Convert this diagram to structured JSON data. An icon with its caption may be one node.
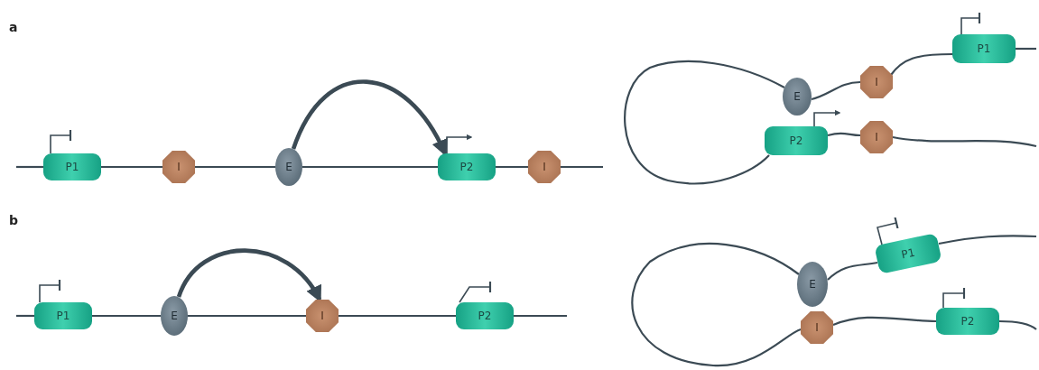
{
  "diagram": {
    "nodes": [
      {
        "text": [
          "P1"
        ]
      },
      {
        "text": [
          "I"
        ]
      },
      {
        "text": [
          "E"
        ]
      },
      {
        "text": [
          "P2"
        ]
      },
      {
        "text": [
          "I"
        ]
      },
      {
        "text": [
          "E"
        ]
      },
      {
        "text": [
          "I"
        ]
      },
      {
        "text": [
          "P1"
        ]
      },
      {
        "text": [
          "P2"
        ]
      },
      {
        "text": [
          "I"
        ]
      },
      {
        "text": [
          "P1"
        ]
      },
      {
        "text": [
          "E"
        ]
      },
      {
        "text": [
          "I"
        ]
      },
      {
        "text": [
          "P2"
        ]
      },
      {
        "text": [
          "E"
        ]
      },
      {
        "text": [
          "P1"
        ]
      },
      {
        "text": [
          "I"
        ]
      },
      {
        "text": [
          "P2"
        ]
      }
    ],
    "edges": [
      {
        "from": null,
        "to": 0,
        "arrow": "none"
      },
      {
        "from": 0,
        "to": 1,
        "arrow": "none"
      },
      {
        "from": 1,
        "to": 2,
        "arrow": "none"
      },
      {
        "from": 2,
        "to": 3,
        "arrow": "none"
      },
      {
        "from": 3,
        "to": 4,
        "arrow": "none"
      },
      {
        "from": 4,
        "to": null,
        "arrow": "none"
      },
      {
        "from": 2,
        "to": 3,
        "arrow": "to",
        "style": "thick"
      },
      {
        "from": 0,
        "to": null,
        "arrow": "other"
      },
      {
        "from": 3,
        "to": null,
        "arrow": "to"
      },
      {
        "from": 7,
        "to": null,
        "arrow": "none"
      },
      {
        "from": 7,
        "to": 6,
        "arrow": "none"
      },
      {
        "from": 6,
        "to": 5,
        "arrow": "none"
      },
      {
        "from": 5,
        "to": 8,
        "arrow": "none"
      },
      {
        "from": 8,
        "to": 9,
        "arrow": "none"
      },
      {
        "from": 9,
        "to": null,
        "arrow": "none"
      },
      {
        "from": 8,
        "to": null,
        "arrow": "to"
      },
      {
        "from": 7,
        "to": null,
        "arrow": "other"
      },
      {
        "from": null,
        "to": 10,
        "arrow": "none"
      },
      {
        "from": 10,
        "to": 11,
        "arrow": "none"
      },
      {
        "from": 11,
        "to": 12,
        "arrow": "none"
      },
      {
        "from": 12,
        "to": 13,
        "arrow": "none"
      },
      {
        "from": 13,
        "to": null,
        "arrow": "none"
      },
      {
        "from": 11,
        "to": 12,
        "arrow": "to",
        "style": "thick"
      },
      {
        "from": 10,
        "to": null,
        "arrow": "other"
      },
      {
        "from": 13,
        "to": null,
        "arrow": "other"
      },
      {
        "from": 15,
        "to": null,
        "arrow": "none"
      },
      {
        "from": 15,
        "to": 14,
        "arrow": "none"
      },
      {
        "from": 14,
        "to": 16,
        "arrow": "none"
      },
      {
        "from": 16,
        "to": 17,
        "arrow": "none"
      },
      {
        "from": 17,
        "to": null,
        "arrow": "none"
      },
      {
        "from": 15,
        "to": null,
        "arrow": "other"
      },
      {
        "from": 17,
        "to": null,
        "arrow": "other"
      }
    ],
    "labels": [
      "a",
      "b"
    ]
  }
}
